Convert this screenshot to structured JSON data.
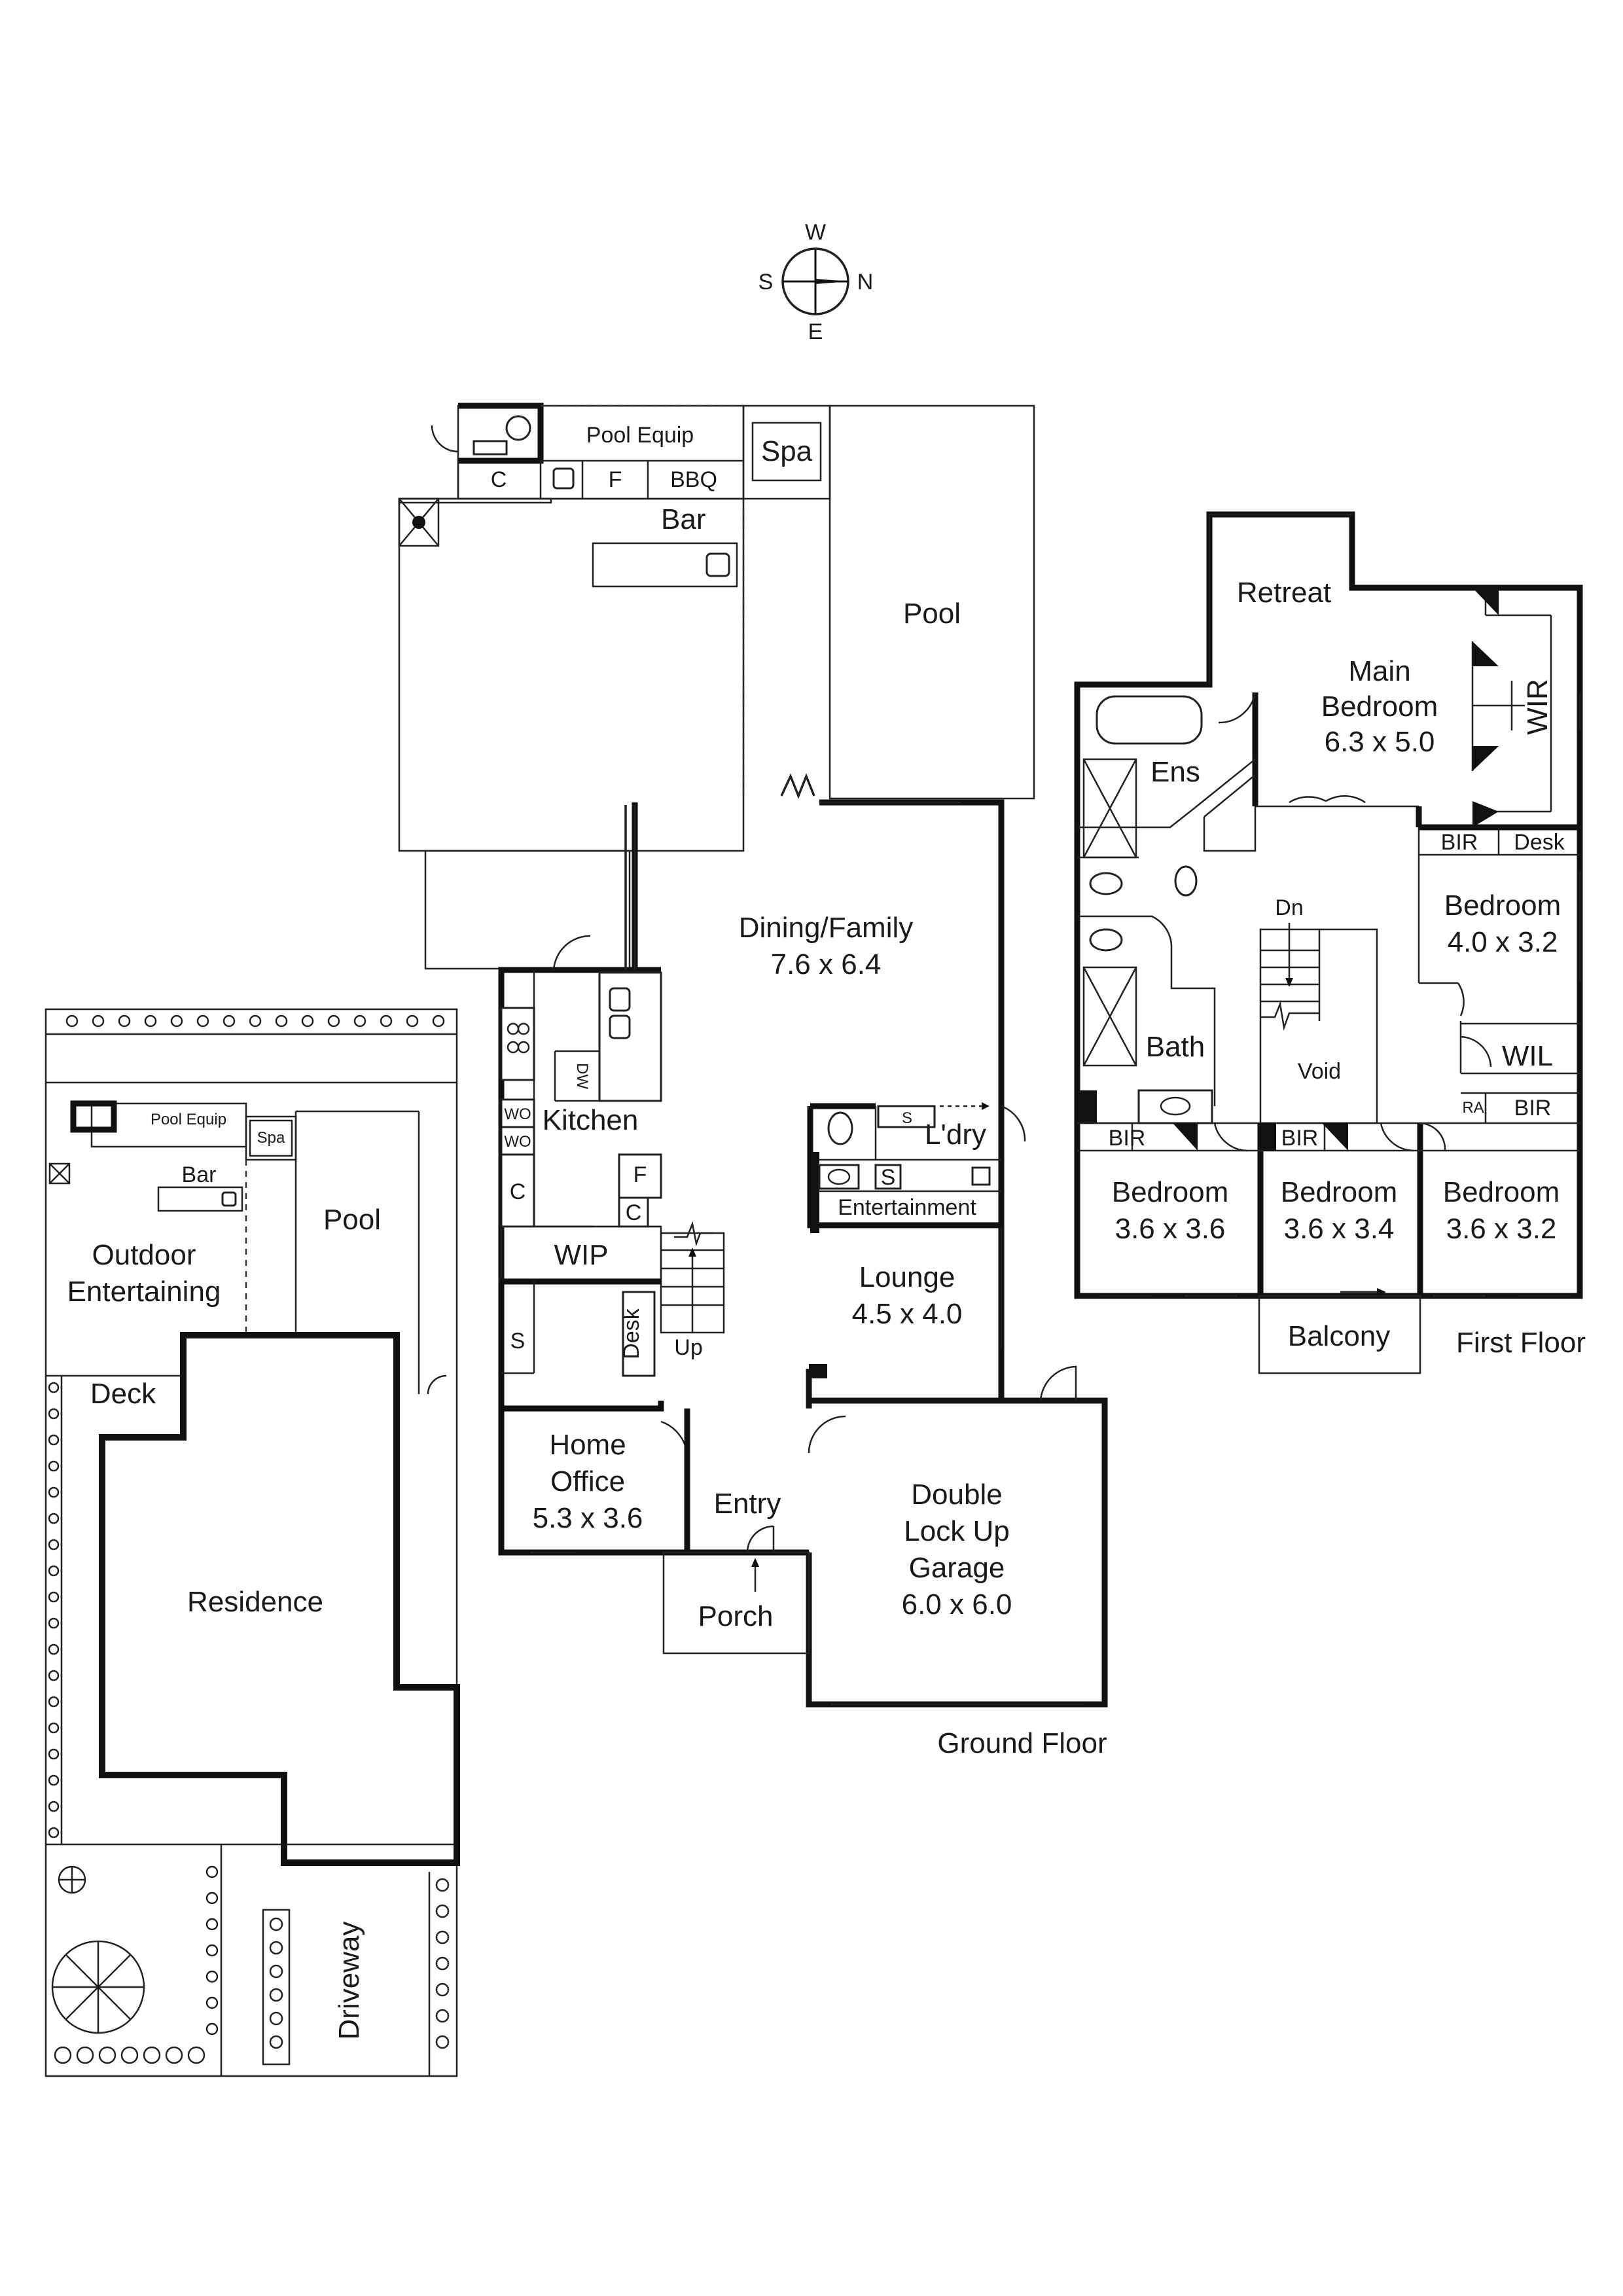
{
  "compass": {
    "n": "N",
    "s": "S",
    "e": "E",
    "w": "W"
  },
  "ground_floor": {
    "caption": "Ground Floor",
    "rooms": {
      "pool_equip": "Pool Equip",
      "c_store": "C",
      "f_fridge": "F",
      "bbq": "BBQ",
      "spa": "Spa",
      "bar": "Bar",
      "pool": "Pool",
      "dining_family": "Dining/Family",
      "dining_family_dim": "7.6 x 6.4",
      "kitchen": "Kitchen",
      "dw": "DW",
      "wo_1": "WO",
      "wo_2": "WO",
      "c_kitchen": "C",
      "f_kitchen": "F",
      "c_pantry": "C",
      "wip": "WIP",
      "laundry": "L'dry",
      "s_laundry_1": "S",
      "s_laundry_2": "S",
      "entertainment": "Entertainment",
      "lounge": "Lounge",
      "lounge_dim": "4.5 x 4.0",
      "up": "Up",
      "s_office": "S",
      "desk": "Desk",
      "home_office": "Home",
      "home_office_2": "Office",
      "home_office_dim": "5.3 x 3.6",
      "entry": "Entry",
      "porch": "Porch",
      "garage_1": "Double",
      "garage_2": "Lock Up",
      "garage_3": "Garage",
      "garage_dim": "6.0 x 6.0"
    }
  },
  "first_floor": {
    "caption": "First Floor",
    "rooms": {
      "retreat": "Retreat",
      "main_bedroom_1": "Main",
      "main_bedroom_2": "Bedroom",
      "main_bedroom_dim": "6.3 x 5.0",
      "wir": "WIR",
      "ens": "Ens",
      "bir_top": "BIR",
      "desk": "Desk",
      "bedroom_a": "Bedroom",
      "bedroom_a_dim": "4.0 x 3.2",
      "dn": "Dn",
      "void": "Void",
      "bath": "Bath",
      "wil": "WIL",
      "ra": "RA",
      "bir_right": "BIR",
      "bir_left": "BIR",
      "bir_mid": "BIR",
      "bedroom_b": "Bedroom",
      "bedroom_b_dim": "3.6 x 3.6",
      "bedroom_c": "Bedroom",
      "bedroom_c_dim": "3.6 x 3.4",
      "bedroom_d": "Bedroom",
      "bedroom_d_dim": "3.6 x 3.2",
      "balcony": "Balcony"
    }
  },
  "site_plan": {
    "pool_equip": "Pool Equip",
    "spa": "Spa",
    "bar": "Bar",
    "pool": "Pool",
    "outdoor_1": "Outdoor",
    "outdoor_2": "Entertaining",
    "deck": "Deck",
    "residence": "Residence",
    "driveway": "Driveway"
  }
}
